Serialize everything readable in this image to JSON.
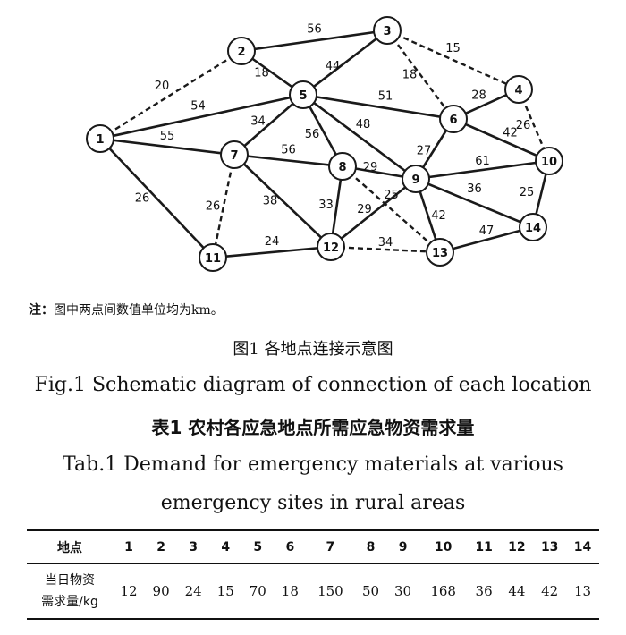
{
  "graph": {
    "nodes": [
      "1",
      "2",
      "3",
      "4",
      "5",
      "6",
      "7",
      "8",
      "9",
      "10",
      "11",
      "12",
      "13",
      "14"
    ],
    "edges": [
      {
        "a": "1",
        "b": "2",
        "w": "20",
        "dashed": true
      },
      {
        "a": "1",
        "b": "5",
        "w": "54",
        "dashed": false
      },
      {
        "a": "1",
        "b": "7",
        "w": "55",
        "dashed": false
      },
      {
        "a": "1",
        "b": "11",
        "w": "26",
        "dashed": false
      },
      {
        "a": "2",
        "b": "3",
        "w": "56",
        "dashed": false
      },
      {
        "a": "2",
        "b": "5",
        "w": "18",
        "dashed": false
      },
      {
        "a": "3",
        "b": "5",
        "w": "44",
        "dashed": false
      },
      {
        "a": "3",
        "b": "4",
        "w": "15",
        "dashed": true
      },
      {
        "a": "3",
        "b": "6",
        "w": "18",
        "dashed": true
      },
      {
        "a": "4",
        "b": "6",
        "w": "28",
        "dashed": false
      },
      {
        "a": "4",
        "b": "10",
        "w": "26",
        "dashed": true
      },
      {
        "a": "5",
        "b": "6",
        "w": "51",
        "dashed": false
      },
      {
        "a": "5",
        "b": "7",
        "w": "34",
        "dashed": false
      },
      {
        "a": "5",
        "b": "8",
        "w": "56",
        "dashed": false
      },
      {
        "a": "5",
        "b": "9",
        "w": "48",
        "dashed": false
      },
      {
        "a": "6",
        "b": "9",
        "w": "27",
        "dashed": false
      },
      {
        "a": "6",
        "b": "10",
        "w": "42",
        "dashed": false
      },
      {
        "a": "7",
        "b": "8",
        "w": "56",
        "dashed": false
      },
      {
        "a": "7",
        "b": "11",
        "w": "26",
        "dashed": true
      },
      {
        "a": "7",
        "b": "12",
        "w": "38",
        "dashed": false
      },
      {
        "a": "8",
        "b": "9",
        "w": "29",
        "dashed": false
      },
      {
        "a": "8",
        "b": "12",
        "w": "33",
        "dashed": false
      },
      {
        "a": "8",
        "b": "13",
        "w": "25",
        "dashed": true
      },
      {
        "a": "9",
        "b": "10",
        "w": "61",
        "dashed": false
      },
      {
        "a": "9",
        "b": "12",
        "w": "29",
        "dashed": false
      },
      {
        "a": "9",
        "b": "13",
        "w": "42",
        "dashed": false
      },
      {
        "a": "9",
        "b": "14",
        "w": "36",
        "dashed": false
      },
      {
        "a": "10",
        "b": "14",
        "w": "25",
        "dashed": false
      },
      {
        "a": "11",
        "b": "12",
        "w": "24",
        "dashed": false
      },
      {
        "a": "12",
        "b": "13",
        "w": "34",
        "dashed": true
      },
      {
        "a": "13",
        "b": "14",
        "w": "47",
        "dashed": false
      }
    ]
  },
  "note": {
    "prefix": "注：",
    "text": "图中两点间数值单位均为km。"
  },
  "figure_caption": {
    "cn": "图1 各地点连接示意图",
    "en": "Fig.1 Schematic diagram of connection of each location"
  },
  "table_caption": {
    "cn": "表1 农村各应急地点所需应急物资需求量",
    "en_line1": "Tab.1 Demand for emergency materials at various",
    "en_line2": "emergency sites in rural areas"
  },
  "table": {
    "header_label": "地点",
    "columns": [
      "1",
      "2",
      "3",
      "4",
      "5",
      "6",
      "7",
      "8",
      "9",
      "10",
      "11",
      "12",
      "13",
      "14"
    ],
    "row_label_line1": "当日物资",
    "row_label_line2": "需求量/kg",
    "values": [
      "12",
      "90",
      "24",
      "15",
      "70",
      "18",
      "150",
      "50",
      "30",
      "168",
      "36",
      "44",
      "42",
      "13"
    ]
  }
}
